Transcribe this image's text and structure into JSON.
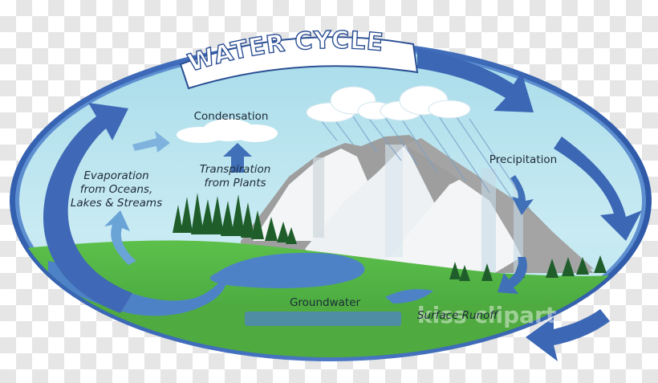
{
  "title": "WATER CYCLE",
  "labels": {
    "condensation": "Condensation",
    "evaporation": "Evaporation\nfrom Oceans,\nLakes & Streams",
    "transpiration": "Transpiration\nfrom Plants",
    "precipitation": "Precipitation",
    "groundwater": "Groundwater",
    "surface_runoff": "Surface Runoff"
  },
  "watermark": "kiss clipart",
  "colors": {
    "sky": "#b7e3ef",
    "sky_light": "#d8f0f6",
    "ring": "#3f68b6",
    "ring_light": "#6c9ed6",
    "land": "#57b847",
    "land_dark": "#3c8f35",
    "water": "#4d83c6",
    "mountain": "#a9a9a9",
    "snow": "#f3f5f6",
    "trees": "#1f5e2a",
    "title_fill": "#ffffff",
    "title_stroke": "#2b4f94"
  }
}
